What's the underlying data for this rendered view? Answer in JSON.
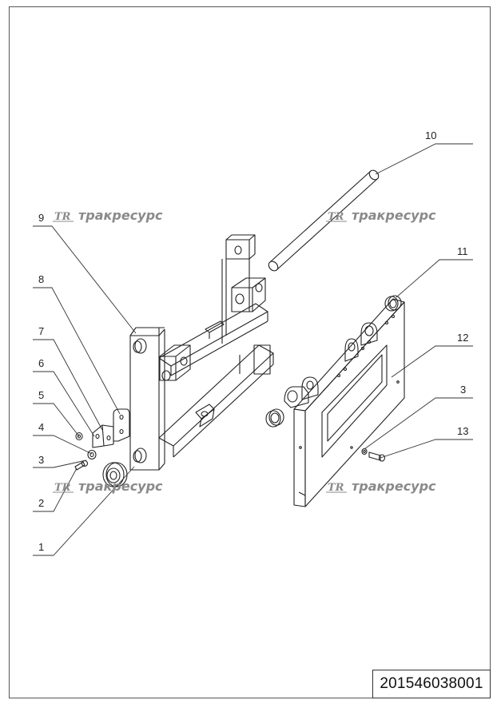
{
  "document_number": "201546038001",
  "watermark": {
    "logo": "TR",
    "text": "тракресурс"
  },
  "callouts": {
    "c1": "1",
    "c2": "2",
    "c3": "3",
    "c3b": "3",
    "c4": "4",
    "c5": "5",
    "c6": "6",
    "c7": "7",
    "c8": "8",
    "c9": "9",
    "c10": "10",
    "c11": "11",
    "c12": "12",
    "c13": "13"
  }
}
